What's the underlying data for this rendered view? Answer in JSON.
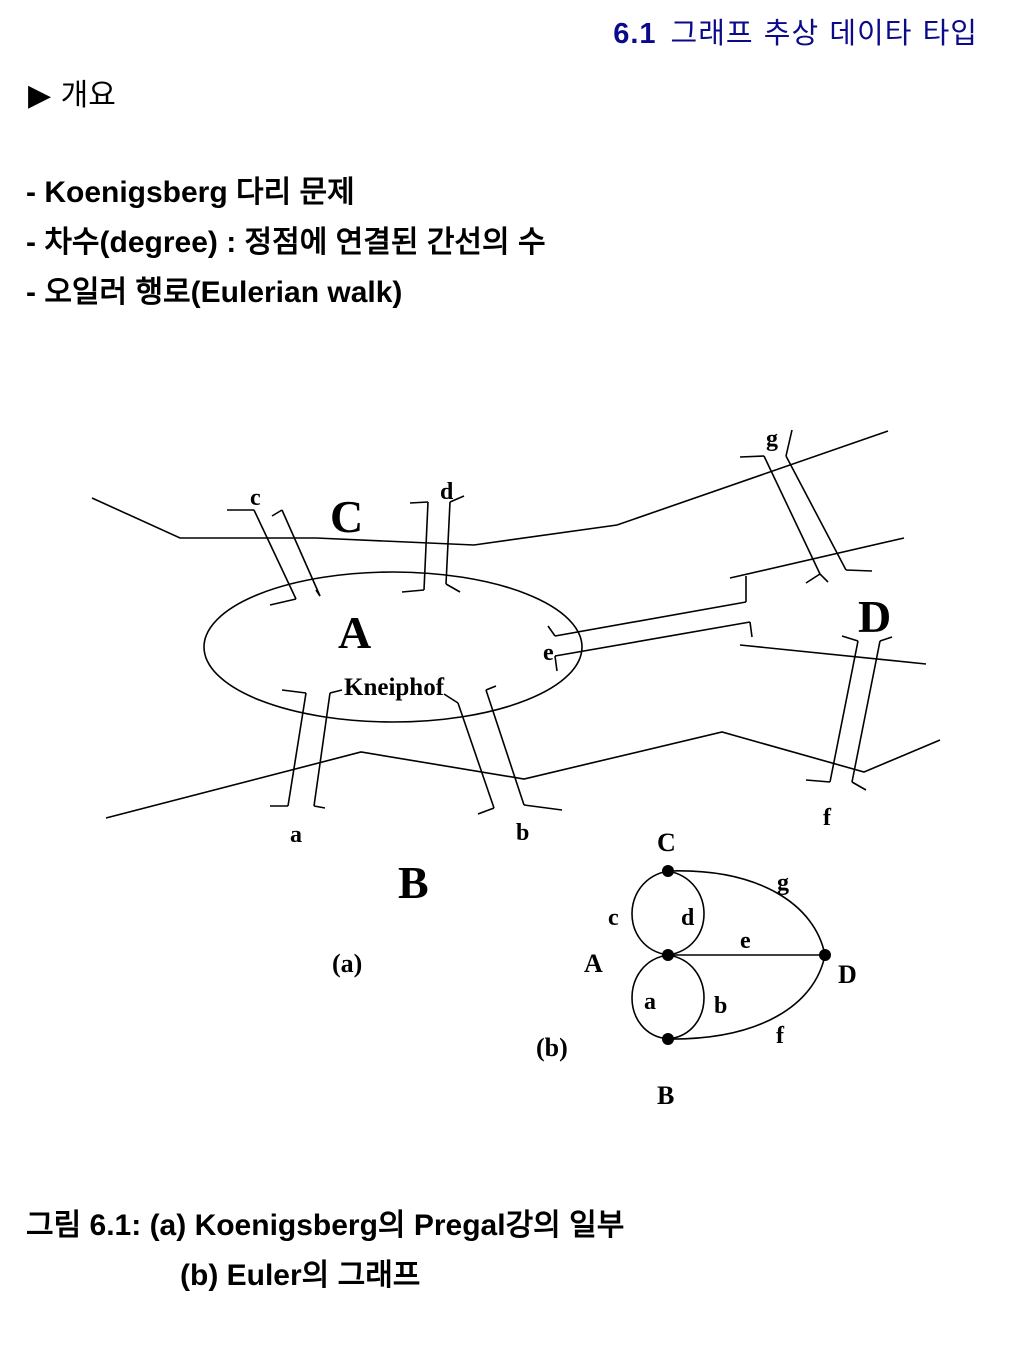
{
  "header": {
    "number": "6.1",
    "title": "그래프 추상 데이타 타입"
  },
  "section": {
    "marker": "▶",
    "title": "개요"
  },
  "bullets": [
    "- Koenigsberg 다리 문제",
    "- 차수(degree) : 정점에 연결된 간선의 수",
    "- 오일러 행로(Eulerian walk)"
  ],
  "diagram_a": {
    "regions": {
      "A": "A",
      "B": "B",
      "C": "C",
      "D": "D"
    },
    "island_name": "Kneiphof",
    "bridges": {
      "a": "a",
      "b": "b",
      "c": "c",
      "d": "d",
      "e": "e",
      "f": "f",
      "g": "g"
    },
    "sublabel": "(a)"
  },
  "diagram_b": {
    "vertices": {
      "A": "A",
      "B": "B",
      "C": "C",
      "D": "D"
    },
    "edges": {
      "a": "a",
      "b": "b",
      "c": "c",
      "d": "d",
      "e": "e",
      "f": "f",
      "g": "g"
    },
    "sublabel": "(b)"
  },
  "caption": {
    "line1": "그림 6.1: (a) Koenigsberg의 Pregal강의 일부",
    "line2": "(b) Euler의 그래프"
  }
}
